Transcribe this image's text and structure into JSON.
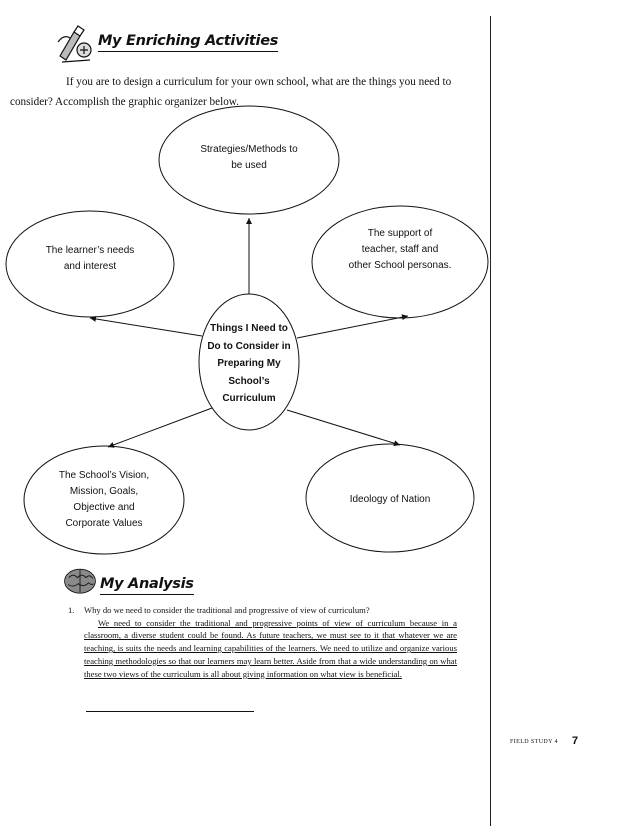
{
  "sections": {
    "enriching_title": "My Enriching Activities",
    "analysis_title": "My Analysis"
  },
  "intro": "If you are to design a curriculum for your own school, what are the things you need to consider? Accomplish the graphic organizer below.",
  "organizer": {
    "center": [
      "Things I Need to",
      "Do to Consider in",
      "Preparing My",
      "School’s",
      "Curriculum"
    ],
    "top": [
      "Strategies/Methods to",
      "be used"
    ],
    "left": [
      "The learner’s needs",
      "and interest"
    ],
    "right": [
      "The support of",
      "teacher, staff and",
      "other School personas."
    ],
    "bottom_left": [
      "The School’s Vision,",
      "Mission, Goals,",
      "Objective and",
      "Corporate Values"
    ],
    "bottom_right": [
      "Ideology of Nation"
    ]
  },
  "analysis": {
    "number": "1.",
    "question": "Why do we need to consider the traditional and progressive of view of curriculum?",
    "answer": "We need to consider the traditional and progressive points of view of curriculum because in a classroom, a diverse student could be found. As future teachers, we must see to it that whatever we are teaching, is suits the needs and learning capabilities of the learners. We need to utilize and organize various teaching methodologies so that our learners may learn better. Aside from that a wide understanding on what these two views of the curriculum is all about giving information on what view is beneficial."
  },
  "footer": {
    "label": "FIELD STUDY 4",
    "page": "7"
  },
  "icons": {
    "enriching": "activity-doodle-icon",
    "analysis": "brain-icon"
  }
}
